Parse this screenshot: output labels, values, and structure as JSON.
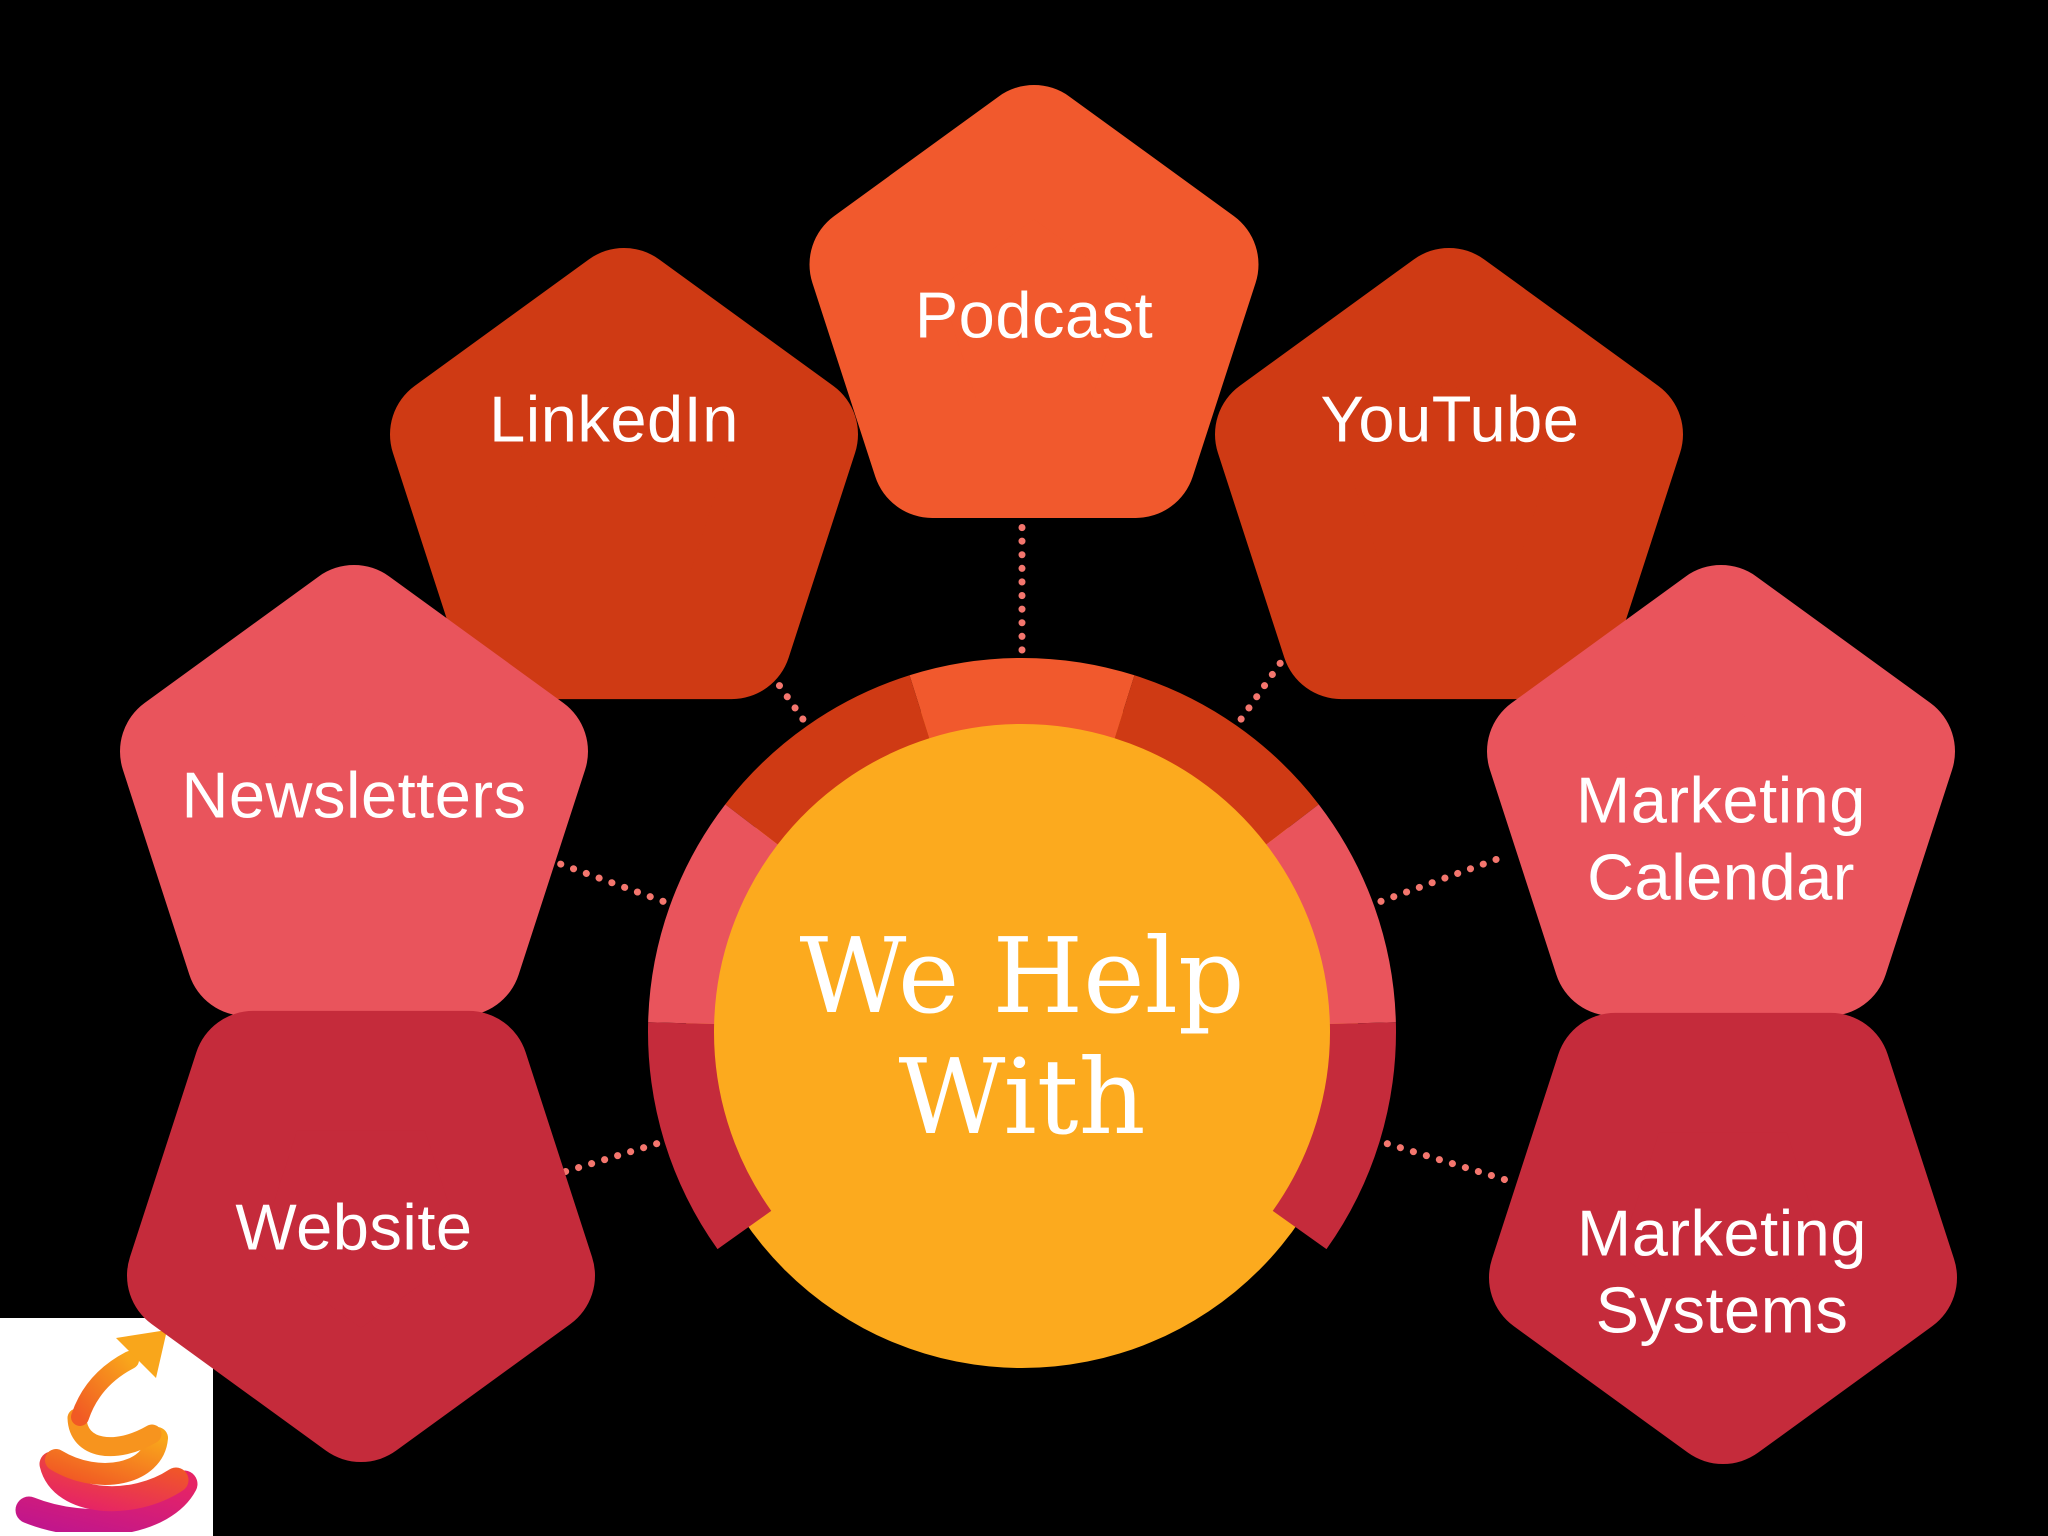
{
  "title": "We Help With — services diagram",
  "background": "#000000",
  "hub": {
    "line1": "We Help",
    "line2": "With",
    "fill": "#FCAA1E",
    "text_color": "#FFFFFF"
  },
  "nodes": [
    {
      "id": "podcast",
      "label": "Podcast",
      "color": "#F1592D"
    },
    {
      "id": "linkedin",
      "label": "LinkedIn",
      "color": "#CF3A14"
    },
    {
      "id": "youtube",
      "label": "YouTube",
      "color": "#CF3A14"
    },
    {
      "id": "newsletters",
      "label": "Newsletters",
      "color": "#E9545C"
    },
    {
      "id": "marketing-calendar",
      "label": "Marketing Calendar",
      "color": "#E9545C"
    },
    {
      "id": "website",
      "label": "Website",
      "color": "#C52B3B"
    },
    {
      "id": "marketing-systems",
      "label": "Marketing Systems",
      "color": "#C52B3B"
    }
  ],
  "connector": {
    "color": "#F4766E",
    "style": "dotted"
  },
  "label_text_color": "#FFFFFF",
  "logo": {
    "name": "spiral-growth-arrow-logo",
    "background": "#FFFFFF",
    "colors": [
      "#F9A61B",
      "#F7941E",
      "#F15A24",
      "#E62465",
      "#C2168B"
    ]
  }
}
